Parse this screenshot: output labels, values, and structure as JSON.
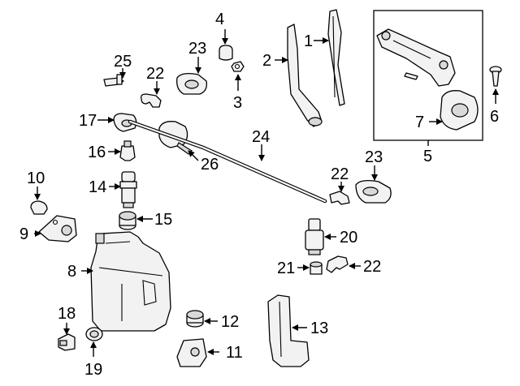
{
  "callouts": {
    "c1": "1",
    "c2": "2",
    "c3": "3",
    "c4": "4",
    "c5": "5",
    "c6": "6",
    "c7": "7",
    "c8": "8",
    "c9": "9",
    "c10": "10",
    "c11": "11",
    "c12": "12",
    "c13": "13",
    "c14": "14",
    "c15": "15",
    "c16": "16",
    "c17": "17",
    "c18": "18",
    "c19": "19",
    "c20": "20",
    "c21": "21",
    "c22a": "22",
    "c22b": "22",
    "c22c": "22",
    "c23a": "23",
    "c23b": "23",
    "c24": "24",
    "c25": "25",
    "c26": "26"
  }
}
